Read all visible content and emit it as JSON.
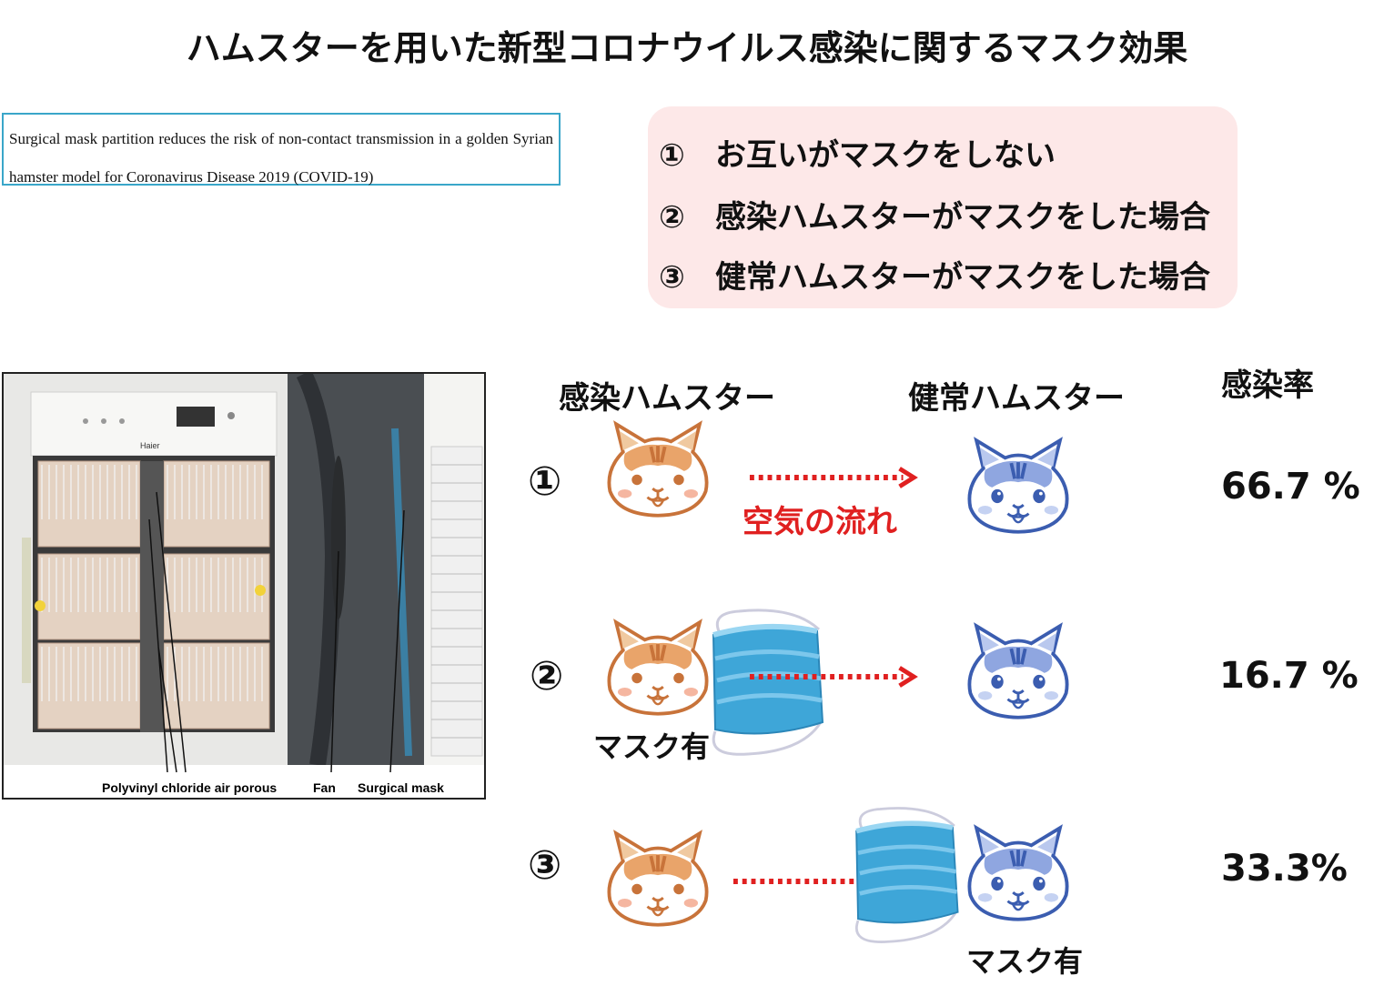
{
  "title": "ハムスターを用いた新型コロナウイルス感染に関するマスク効果",
  "paper_title": "Surgical mask partition reduces the risk of non-contact transmission in a golden Syrian hamster model for Coronavirus Disease 2019 (COVID-19)",
  "conditions": [
    {
      "num": "①",
      "text": "お互いがマスクをしない"
    },
    {
      "num": "②",
      "text": "感染ハムスターがマスクをした場合"
    },
    {
      "num": "③",
      "text": "健常ハムスターがマスクをした場合"
    }
  ],
  "photo": {
    "brand": "Haier",
    "labels": {
      "pvc": "Polyvinyl chloride air porous",
      "fan": "Fan",
      "mask": "Surgical mask"
    }
  },
  "headers": {
    "infected": "感染ハムスター",
    "healthy": "健常ハムスター",
    "rate": "感染率"
  },
  "rows": [
    {
      "num": "①",
      "rate": "66.7 %"
    },
    {
      "num": "②",
      "rate": "16.7 %",
      "mask_label": "マスク有"
    },
    {
      "num": "③",
      "rate": "33.3%",
      "mask_label": "マスク有"
    }
  ],
  "airflow_label": "空気の流れ",
  "colors": {
    "title_text": "#111111",
    "box_border": "#3aa6c9",
    "conditions_bg": "#fde8e8",
    "airflow": "#e02020",
    "infected_hamster": "#c8733a",
    "healthy_hamster": "#3b5db0",
    "mask": "#3ea6d8"
  },
  "icons": [
    "infected-hamster-icon",
    "healthy-hamster-icon",
    "surgical-mask-icon",
    "airflow-arrow-icon"
  ]
}
